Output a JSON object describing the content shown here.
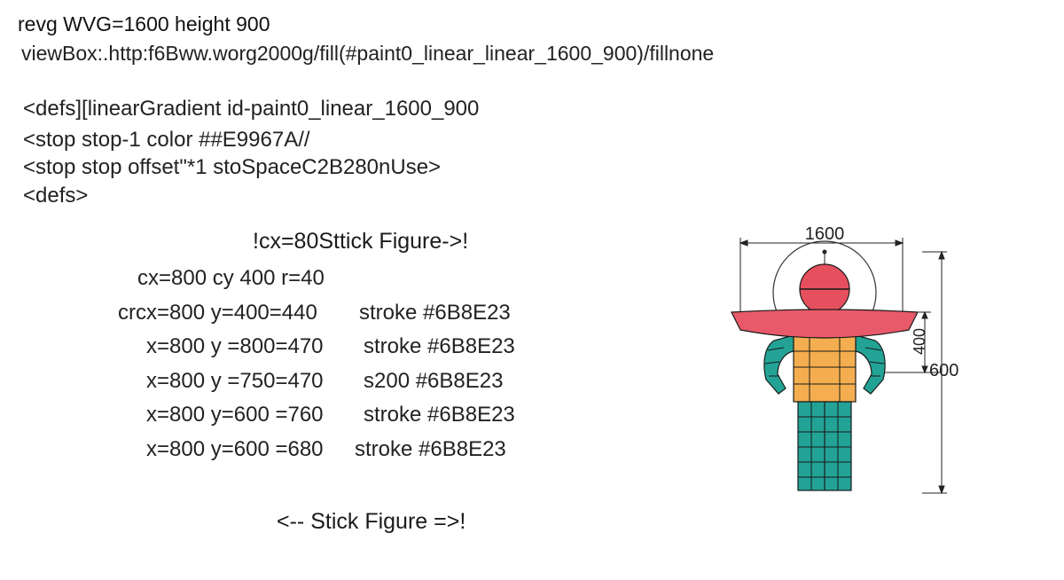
{
  "header": {
    "title": "revg WVG=1600 height 900",
    "viewbox_line": "viewBox:.http:f6Bww.worg2000g/fill(#paint0_linear_linear_1600_900)/fillnone"
  },
  "defs_block": [
    "<defs][linearGradient id-paint0_linear_1600_900",
    "<stop stop-1 color ##E9967A//",
    "<stop stop offset\"*1 stoSpaceC2B280nUse>",
    "<defs>"
  ],
  "comments": {
    "top": "!cx=80Sttick Figure->!",
    "bottom": "<-- Stick Figure =>!"
  },
  "attribute_rows": [
    {
      "attr": "cx=800 cy 400 r=40",
      "stroke": ""
    },
    {
      "attr": "crcx=800 y=400=440",
      "stroke": "stroke  #6B8E23"
    },
    {
      "attr": "x=800 y =800=470",
      "stroke": "stroke  #6B8E23"
    },
    {
      "attr": "x=800 y =750=470",
      "stroke": "s200   #6B8E23"
    },
    {
      "attr": "x=800 y=600 =760",
      "stroke": "stroke #6B8E23"
    },
    {
      "attr": "x=800 y=600 =680",
      "stroke": "stroke #6B8E23"
    }
  ],
  "figure": {
    "dim_width_label": "1600",
    "dim_mid_label": "400",
    "dim_height_label": "600",
    "colors": {
      "head": "#E6505E",
      "head_bottom": "#F2A93B",
      "cape": "#E85A69",
      "torso": "#F4AE4F",
      "limbs": "#22A396",
      "outline": "#1a1a1a"
    }
  }
}
